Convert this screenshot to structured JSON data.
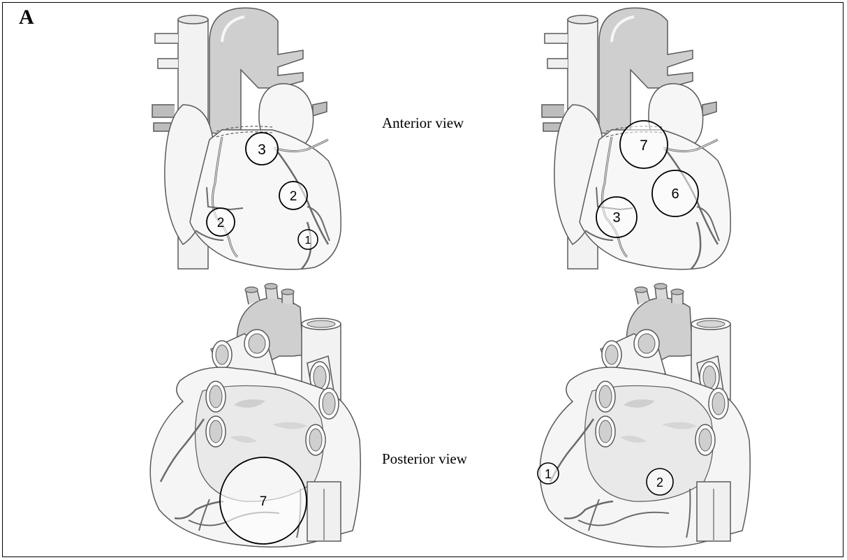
{
  "panel": {
    "label": "A"
  },
  "views": {
    "anterior": {
      "label": "Anterior view"
    },
    "posterior": {
      "label": "Posterior view"
    }
  },
  "markers": {
    "anterior_left": [
      "3",
      "2",
      "2",
      "1"
    ],
    "anterior_right": [
      "7",
      "6",
      "3"
    ],
    "posterior_left": [
      "7"
    ],
    "posterior_right": [
      "1",
      "2"
    ]
  },
  "colors": {
    "outline": "#5a5a5a",
    "vessel_fill": "#cfcfcf",
    "tissue_fill": "#f4f4f4",
    "shade_fill": "#e2e2e2"
  }
}
